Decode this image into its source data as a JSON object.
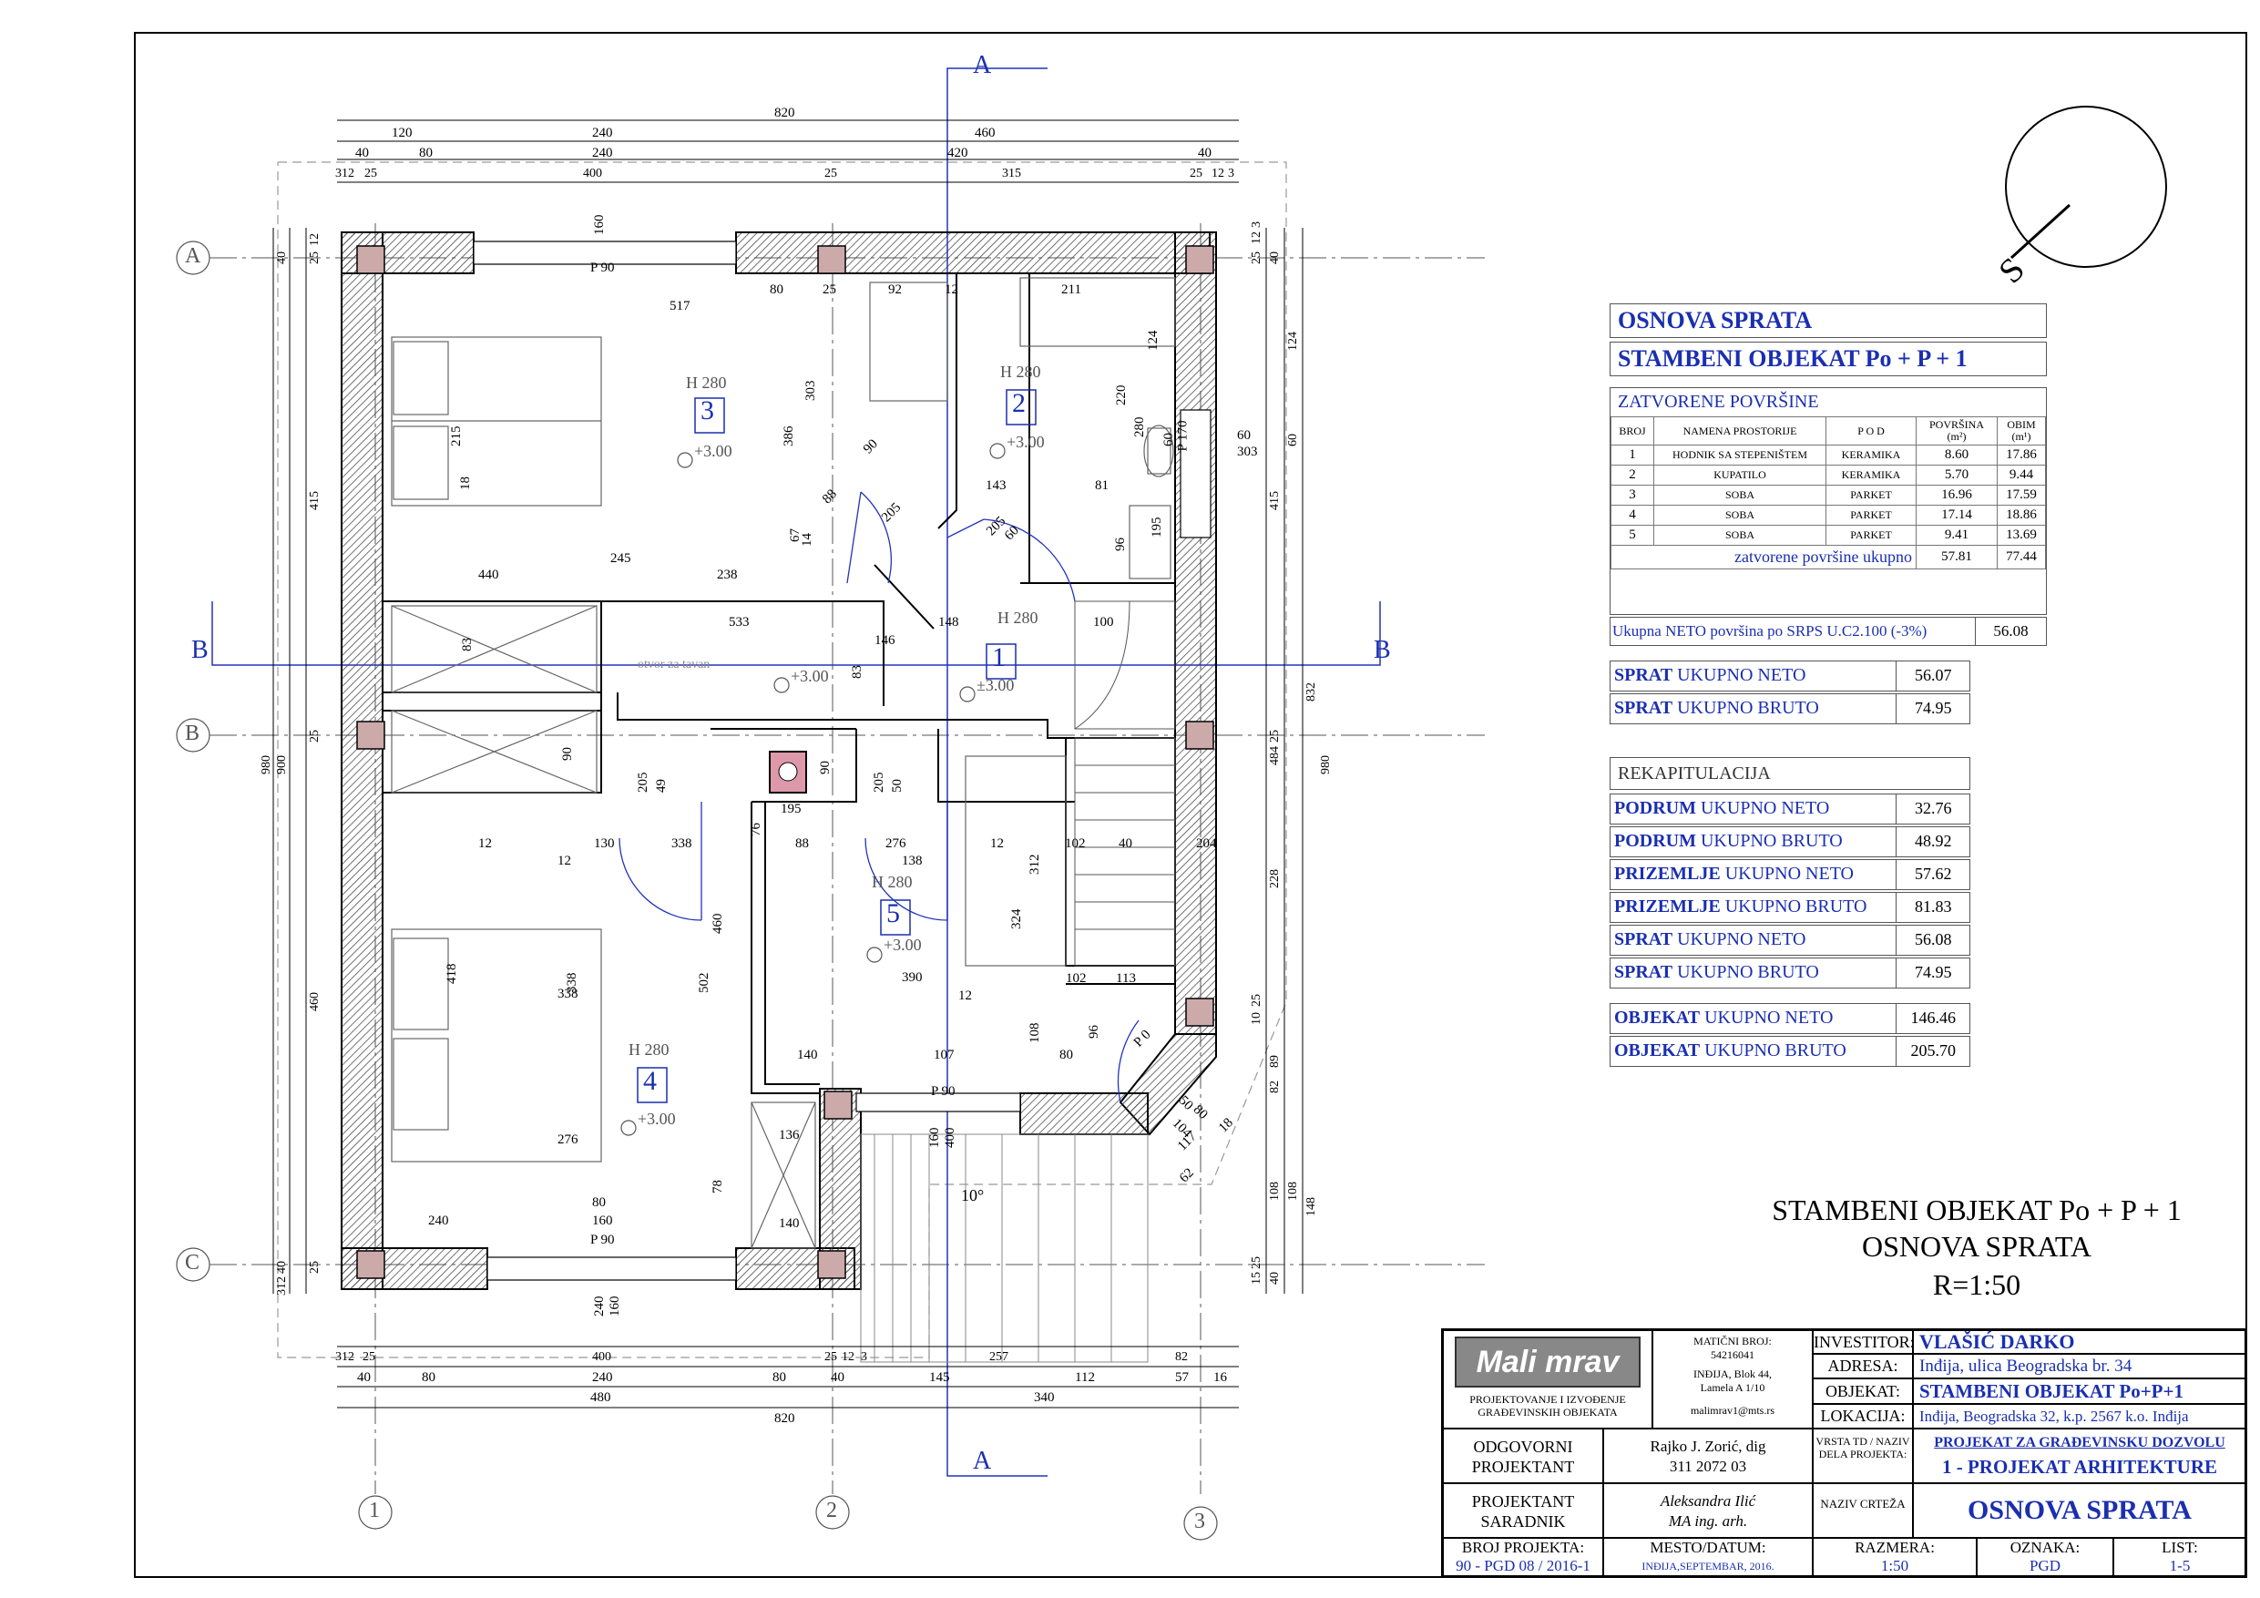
{
  "plan": {
    "section_marks": {
      "a": "A",
      "b": "B"
    },
    "grid_rows": [
      "A",
      "B",
      "C"
    ],
    "grid_cols": [
      "1",
      "2",
      "3"
    ],
    "rooms": [
      {
        "num": "1",
        "height": "H 280",
        "level": "±3.00"
      },
      {
        "num": "2",
        "height": "H 280",
        "level": "+3.00"
      },
      {
        "num": "3",
        "height": "H 280",
        "level": "+3.00"
      },
      {
        "num": "4",
        "height": "H 280",
        "level": "+3.00"
      },
      {
        "num": "5",
        "height": "H 280",
        "level": "+3.00"
      }
    ],
    "corridor_level": "+3.00",
    "window_labels": [
      "P 90",
      "P 90",
      "P 90",
      "P 0",
      "P 170"
    ],
    "opening_note": "otvor za tavan",
    "slope": "10°",
    "dims_top": {
      "row1": [
        "820"
      ],
      "row2": [
        "120",
        "240",
        "460"
      ],
      "row3": [
        "40",
        "80",
        "240",
        "420",
        "40"
      ],
      "row4": [
        "312",
        "25",
        "400",
        "25",
        "315",
        "25",
        "12",
        "3"
      ]
    },
    "dims_bottom": {
      "row1": [
        "312",
        "25",
        "400",
        "25",
        "12",
        "3",
        "257",
        "82"
      ],
      "row2": [
        "40",
        "80",
        "240",
        "80",
        "40",
        "145",
        "112",
        "57",
        "16"
      ],
      "row3": [
        "480",
        "340"
      ],
      "row4": [
        "820"
      ]
    },
    "dims_left": [
      "40",
      "25",
      "12",
      "415",
      "900",
      "980",
      "25",
      "460",
      "40",
      "312",
      "25"
    ],
    "dims_right": [
      "25",
      "12",
      "3",
      "40",
      "124",
      "60",
      "415",
      "832",
      "980",
      "25",
      "484",
      "228",
      "10",
      "25",
      "89",
      "82",
      "108",
      "108",
      "148",
      "15",
      "25",
      "40"
    ],
    "dims_inner": [
      "517",
      "80",
      "25",
      "92",
      "12",
      "211",
      "124",
      "220",
      "280",
      "60",
      "60",
      "303",
      "215",
      "303",
      "386",
      "18",
      "90",
      "88",
      "205",
      "14",
      "67",
      "143",
      "81",
      "205",
      "60",
      "96",
      "195",
      "440",
      "245",
      "238",
      "533",
      "146",
      "148",
      "100",
      "83",
      "83",
      "90",
      "205",
      "49",
      "90",
      "205",
      "50",
      "195",
      "12",
      "130",
      "338",
      "12",
      "76",
      "88",
      "276",
      "138",
      "12",
      "102",
      "40",
      "204",
      "312",
      "324",
      "460",
      "502",
      "418",
      "338",
      "338",
      "276",
      "390",
      "12",
      "102",
      "113",
      "140",
      "107",
      "108",
      "96",
      "80",
      "50",
      "104",
      "80",
      "117",
      "18",
      "62",
      "136",
      "78",
      "140",
      "160",
      "400",
      "80",
      "240",
      "160",
      "240",
      "160",
      "160"
    ]
  },
  "summary": {
    "title1": "OSNOVA SPRATA",
    "title2": "STAMBENI OBJEKAT  Po + P + 1",
    "table_title": "ZATVORENE  POVRŠINE",
    "headers": [
      "BROJ",
      "NAMENA PROSTORIJE",
      "P O D",
      "POVRŠINA (m²)",
      "OBIM (m¹)"
    ],
    "rows": [
      [
        "1",
        "HODNIK SA STEPENIŠTEM",
        "KERAMIKA",
        "8.60",
        "17.86"
      ],
      [
        "2",
        "KUPATILO",
        "KERAMIKA",
        "5.70",
        "9.44"
      ],
      [
        "3",
        "SOBA",
        "PARKET",
        "16.96",
        "17.59"
      ],
      [
        "4",
        "SOBA",
        "PARKET",
        "17.14",
        "18.86"
      ],
      [
        "5",
        "SOBA",
        "PARKET",
        "9.41",
        "13.69"
      ]
    ],
    "total_label": "zatvorene površine ukupno",
    "total_area": "57.81",
    "total_perimeter": "77.44",
    "neto_label": "Ukupna NETO površina po SRPS U.C2.100 (-3%)",
    "neto_value": "56.08",
    "sprat": [
      {
        "b": "SPRAT",
        "t": " UKUPNO NETO",
        "v": "56.07"
      },
      {
        "b": "SPRAT",
        "t": " UKUPNO BRUTO",
        "v": "74.95"
      }
    ],
    "rekap_title": "REKAPITULACIJA",
    "rekap": [
      {
        "b": "PODRUM",
        "t": " UKUPNO NETO",
        "v": "32.76"
      },
      {
        "b": "PODRUM",
        "t": " UKUPNO BRUTO",
        "v": "48.92"
      },
      {
        "b": "PRIZEMLJE",
        "t": " UKUPNO NETO",
        "v": "57.62"
      },
      {
        "b": "PRIZEMLJE",
        "t": " UKUPNO BRUTO",
        "v": "81.83"
      },
      {
        "b": "SPRAT",
        "t": " UKUPNO NETO",
        "v": "56.08"
      },
      {
        "b": "SPRAT",
        "t": " UKUPNO BRUTO",
        "v": "74.95"
      }
    ],
    "objekat": [
      {
        "b": "OBJEKAT",
        "t": " UKUPNO NETO",
        "v": "146.46"
      },
      {
        "b": "OBJEKAT",
        "t": " UKUPNO BRUTO",
        "v": "205.70"
      }
    ]
  },
  "drawing_title": {
    "line1": "STAMBENI OBJEKAT Po + P + 1",
    "line2": "OSNOVA SPRATA",
    "line3": "R=1:50"
  },
  "north": {
    "label": "S"
  },
  "titleblock": {
    "logo": "Mali mrav",
    "firm_desc": "PROJEKTOVANJE I IZVOĐENJE GRAĐEVINSKIH OBJEKATA",
    "mb_label": "MATIČNI BROJ:",
    "mb_value": "54216041",
    "address1": "INĐIJA, Blok 44,",
    "address2": "Lamela A 1/10",
    "email": "malimrav1@mts.rs",
    "investitor_label": "INVESTITOR:",
    "investitor": "VLAŠIĆ DARKO",
    "adresa_label": "ADRESA:",
    "adresa": "Inđija, ulica Beogradska br. 34",
    "objekat_label": "OBJEKAT:",
    "objekat": "STAMBENI OBJEKAT Po+P+1",
    "lokacija_label": "LOKACIJA:",
    "lokacija": "Inđija, Beogradska 32, k.p. 2567 k.o. Inđija",
    "odg_label": "ODGOVORNI PROJEKTANT",
    "odg_name": "Rajko J. Zorić, dig",
    "odg_lic": "311 2072 03",
    "vrsta_label": "VRSTA TD / NAZIV DELA PROJEKTA:",
    "vrsta1": "PROJEKAT ZA GRAĐEVINSKU DOZVOLU",
    "vrsta2": "1 - PROJEKAT ARHITEKTURE",
    "saradnik_label": "PROJEKTANT SARADNIK",
    "saradnik_name": "Aleksandra Ilić",
    "saradnik_title": "MA ing. arh.",
    "naziv_label": "NAZIV CRTEŽA",
    "naziv": "OSNOVA  SPRATA",
    "broj_label": "BROJ PROJEKTA:",
    "broj": "90 - PGD 08 / 2016-1",
    "mesto_label": "MESTO/DATUM:",
    "mesto": "INĐIJA,SEPTEMBAR, 2016.",
    "razmera_label": "RAZMERA:",
    "razmera": "1:50",
    "oznaka_label": "OZNAKA:",
    "oznaka": "PGD",
    "list_label": "LIST:",
    "list": "1-5"
  }
}
